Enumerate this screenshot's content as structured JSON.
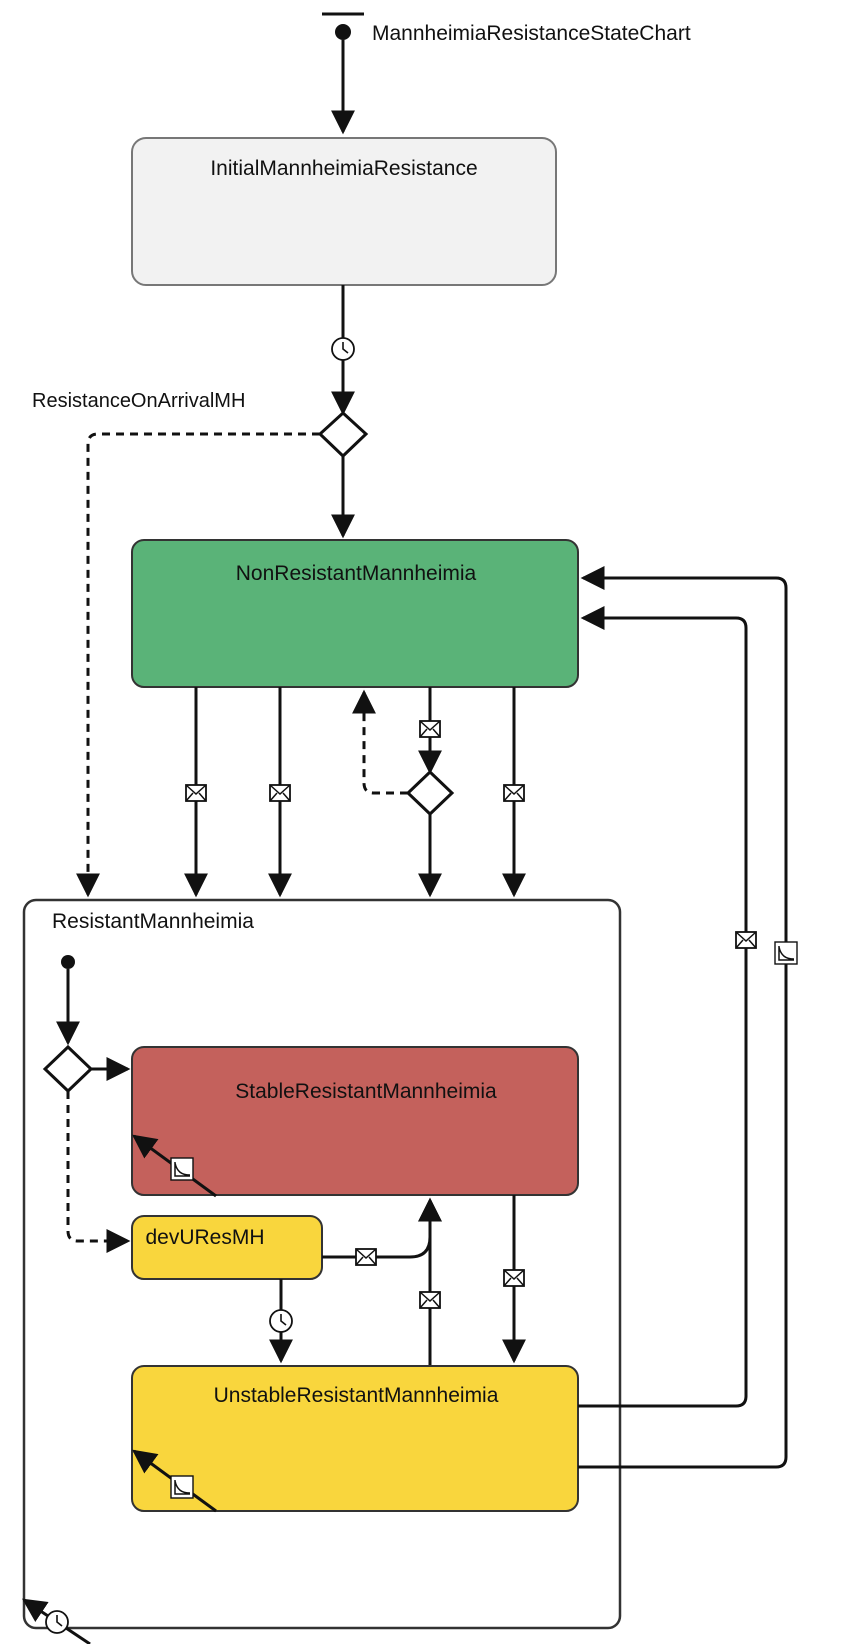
{
  "diagram": {
    "statechart_name": "MannheimiaResistanceStateChart",
    "decision_label": "ResistanceOnArrivalMH",
    "states": {
      "initial": "InitialMannheimiaResistance",
      "non_resistant": "NonResistantMannheimia",
      "resistant": "ResistantMannheimia",
      "stable_resistant": "StableResistantMannheimia",
      "dev_u_res": "devUResMH",
      "unstable_resistant": "UnstableResistantMannheimia"
    },
    "colors": {
      "initial_fill": "#f2f2f2",
      "non_resistant_fill": "#5ab378",
      "resistant_fill": "#ffffff",
      "stable_resistant_fill": "#c4615c",
      "dev_u_res_fill": "#f9d63d",
      "unstable_resistant_fill": "#f9d63d",
      "stroke": "#111111"
    },
    "trigger_icons": [
      "clock-icon",
      "envelope-icon",
      "rate-icon"
    ]
  }
}
